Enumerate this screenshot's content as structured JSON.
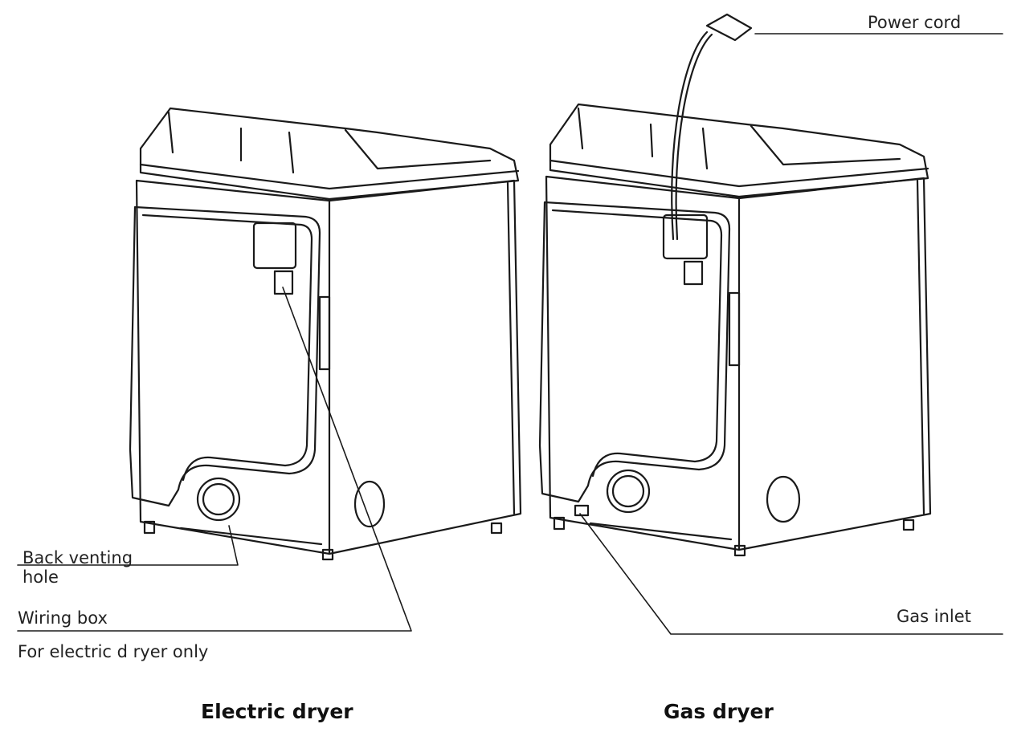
{
  "labels": {
    "back_venting": "Back venting",
    "back_venting_2": "hole",
    "wiring_box": "Wiring box",
    "electric_only": "For electric d ryer only",
    "power_cord": "Power cord",
    "gas_inlet": "Gas inlet"
  },
  "captions": {
    "electric": "Electric dryer",
    "gas": "Gas dryer"
  },
  "colors": {
    "line": "#1a1a1a",
    "background": "#ffffff"
  }
}
